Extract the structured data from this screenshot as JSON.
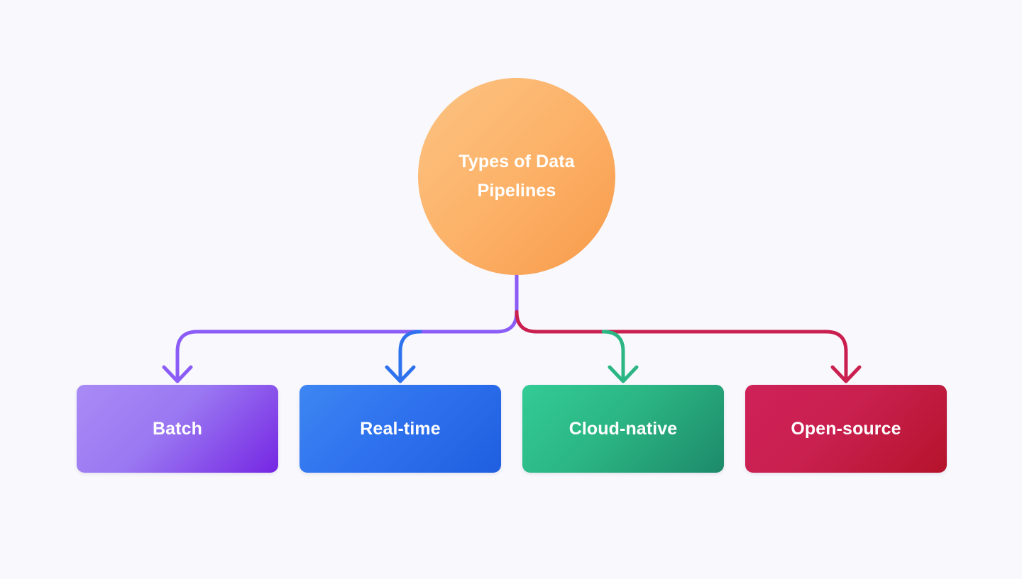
{
  "diagram": {
    "type": "hierarchy-tree",
    "background_color": "#f8f8fd",
    "root": {
      "label": "Types of Data Pipelines",
      "shape": "circle",
      "text_color": "#ffffff",
      "gradient_from": "#fbc483",
      "gradient_to": "#f79a4a"
    },
    "branches": [
      {
        "label": "Batch",
        "shape": "rounded-rectangle",
        "text_color": "#ffffff",
        "gradient_from": "#a98bf5",
        "gradient_to": "#7526e2",
        "connector_color": "#8b5cf6"
      },
      {
        "label": "Real-time",
        "shape": "rounded-rectangle",
        "text_color": "#ffffff",
        "gradient_from": "#3d86f2",
        "gradient_to": "#1f5fe0",
        "connector_color": "#2f72ee"
      },
      {
        "label": "Cloud-native",
        "shape": "rounded-rectangle",
        "text_color": "#ffffff",
        "gradient_from": "#33cb95",
        "gradient_to": "#1d8a69",
        "connector_color": "#2bb684"
      },
      {
        "label": "Open-source",
        "shape": "rounded-rectangle",
        "text_color": "#ffffff",
        "gradient_from": "#cf2159",
        "gradient_to": "#b5132b",
        "connector_color": "#c9204f"
      }
    ]
  }
}
